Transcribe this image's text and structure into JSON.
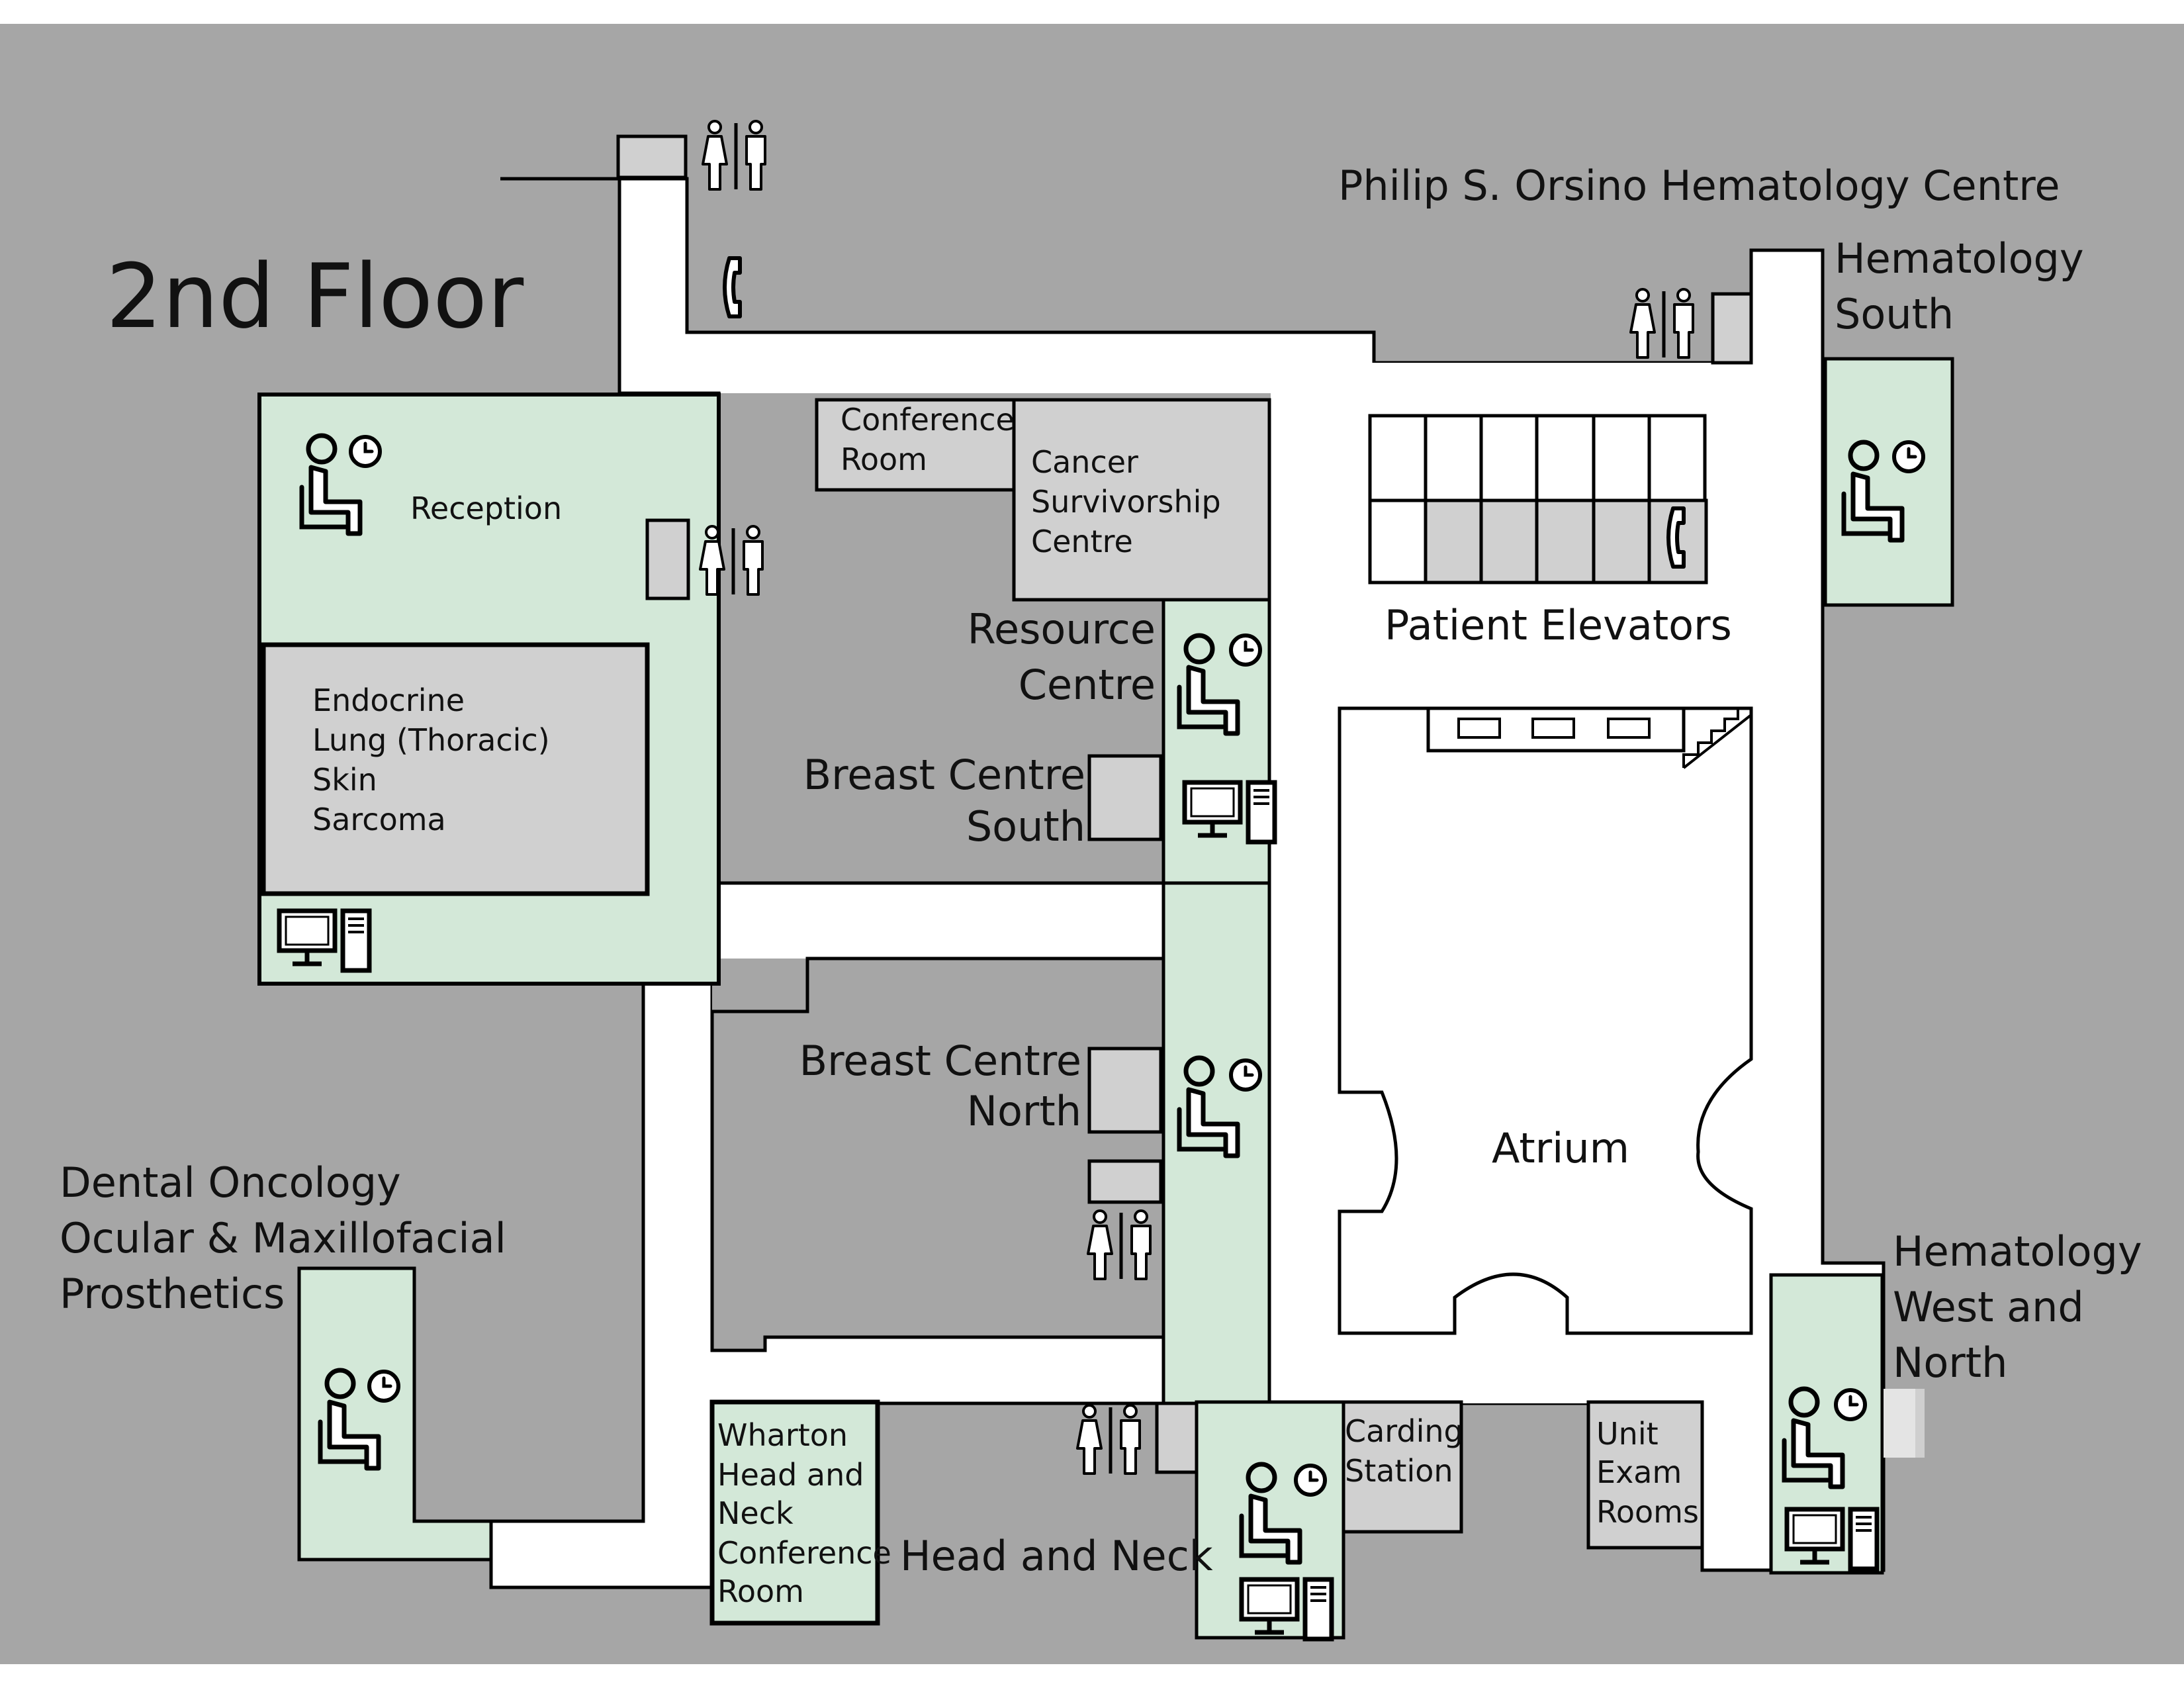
{
  "floor": {
    "title": "2nd Floor",
    "building": "Philip S. Orsino Hematology Centre"
  },
  "colors": {
    "background": "#a6a6a6",
    "corridor": "#ffffff",
    "clinic": "#d3e8d8",
    "room": "#d0d0d0",
    "outline": "#000000"
  },
  "labels": {
    "reception": "Reception",
    "clinics": {
      "line1": "Endocrine",
      "line2": "Lung (Thoracic)",
      "line3": "Skin",
      "line4": "Sarcoma"
    },
    "conference_room": {
      "line1": "Conference",
      "line2": "Room"
    },
    "cancer_survivorship": {
      "line1": "Cancer",
      "line2": "Survivorship",
      "line3": "Centre"
    },
    "resource_centre": {
      "line1": "Resource",
      "line2": "Centre"
    },
    "breast_south": {
      "line1": "Breast Centre",
      "line2": "South"
    },
    "breast_north": {
      "line1": "Breast Centre",
      "line2": "North"
    },
    "patient_elevators": "Patient Elevators",
    "atrium": "Atrium",
    "hematology_south": {
      "line1": "Hematology",
      "line2": "South"
    },
    "hematology_west_north": {
      "line1": "Hematology",
      "line2": "West and",
      "line3": "North"
    },
    "dental": {
      "line1": "Dental Oncology",
      "line2": "Ocular & Maxillofacial",
      "line3": "Prosthetics"
    },
    "wharton": {
      "line1": "Wharton",
      "line2": "Head and",
      "line3": "Neck",
      "line4": "Conference",
      "line5": "Room"
    },
    "head_and_neck": "Head and Neck",
    "carding_station": {
      "line1": "Carding",
      "line2": "Station"
    },
    "unit_exam": {
      "line1": "Unit",
      "line2": "Exam",
      "line3": "Rooms"
    }
  },
  "icons": [
    "waiting-room-icon",
    "clock-icon",
    "computer-icon",
    "washroom-icon",
    "telephone-icon",
    "stairs-icon",
    "elevator-icon"
  ]
}
